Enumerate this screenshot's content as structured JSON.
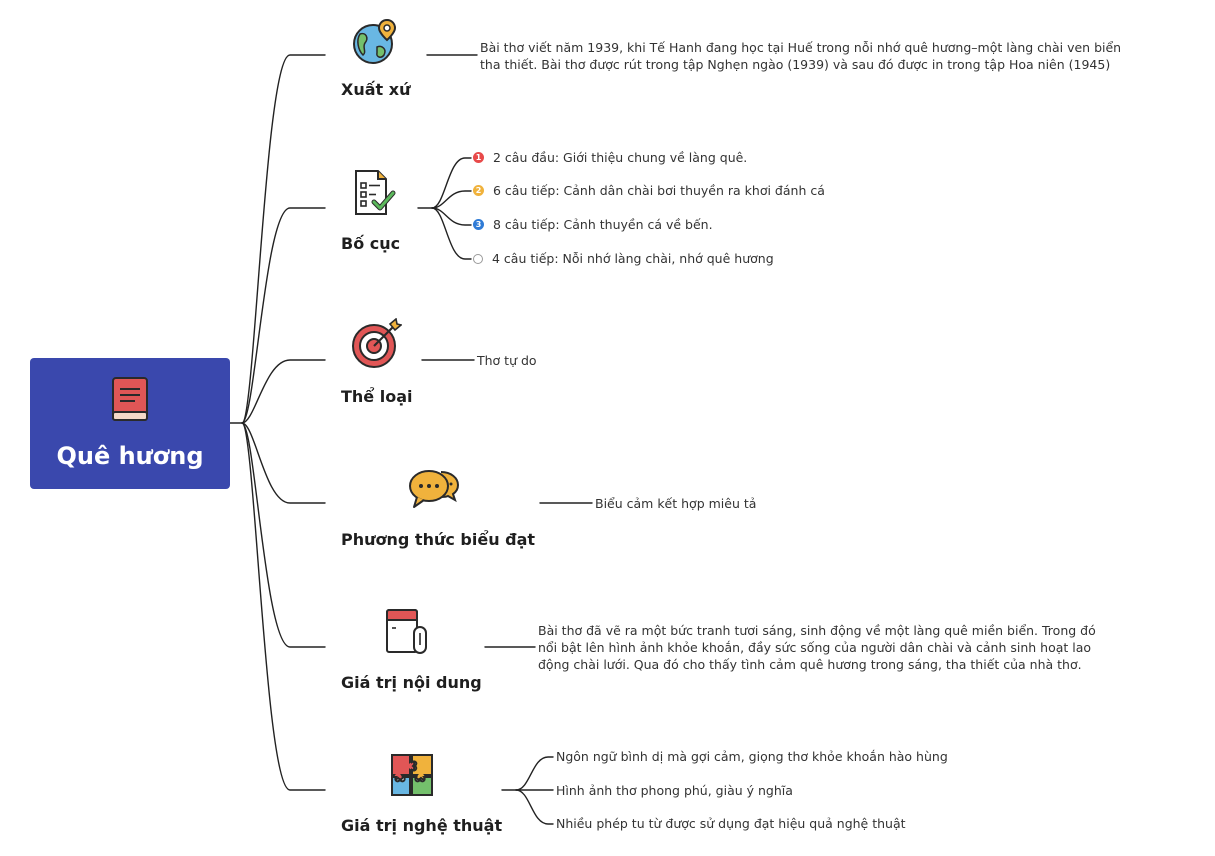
{
  "root": {
    "title": "Quê hương",
    "icon": "book-icon"
  },
  "branches": [
    {
      "id": "xuat-xu",
      "title": "Xuất xứ",
      "icon": "globe-pin-icon",
      "text": "Bài thơ viết năm 1939, khi Tế Hanh đang học tại Huế trong nỗi nhớ quê hương–một làng chài ven biển tha thiết. Bài thơ được rút trong tập Nghẹn ngào (1939) và sau đó được in trong tập Hoa niên (1945)"
    },
    {
      "id": "bo-cuc",
      "title": "Bố cục",
      "icon": "checklist-icon",
      "items": [
        {
          "label": "2 câu đầu: Giới thiệu chung về làng quê.",
          "marker": "1",
          "color": "#e84a4a"
        },
        {
          "label": "6 câu tiếp: Cảnh dân chài bơi thuyền ra khơi đánh cá",
          "marker": "2",
          "color": "#f0b23c"
        },
        {
          "label": "8 câu tiếp: Cảnh thuyền cá về bến.",
          "marker": "3",
          "color": "#2f7bd6"
        },
        {
          "label": "4 câu tiếp: Nỗi nhớ làng chài, nhớ quê hương",
          "marker": "",
          "color": "#9a9a9a"
        }
      ]
    },
    {
      "id": "the-loai",
      "title": "Thể loại",
      "icon": "target-icon",
      "text": "Thơ tự do"
    },
    {
      "id": "phuong-thuc",
      "title": "Phương thức biểu đạt",
      "icon": "chat-bubbles-icon",
      "text": "Biểu cảm kết hợp miêu tả"
    },
    {
      "id": "noi-dung",
      "title": "Giá trị nội dung",
      "icon": "notebook-icon",
      "text": "Bài thơ đã vẽ ra một bức tranh tươi sáng, sinh động về một làng quê miền biển. Trong đó nổi bật lên hình ảnh khỏe khoắn, đầy sức sống của người dân chài và cảnh sinh hoạt lao động chài lưới. Qua đó cho thấy tình cảm quê hương trong sáng, tha thiết của nhà thơ."
    },
    {
      "id": "nghe-thuat",
      "title": "Giá trị nghệ thuật",
      "icon": "puzzle-icon",
      "items": [
        {
          "label": "Ngôn ngữ bình dị mà gợi cảm, giọng thơ khỏe khoắn hào hùng"
        },
        {
          "label": "Hình ảnh thơ phong phú, giàu ý nghĩa"
        },
        {
          "label": "Nhiều phép tu từ được sử dụng đạt hiệu quả nghệ thuật"
        }
      ]
    }
  ]
}
